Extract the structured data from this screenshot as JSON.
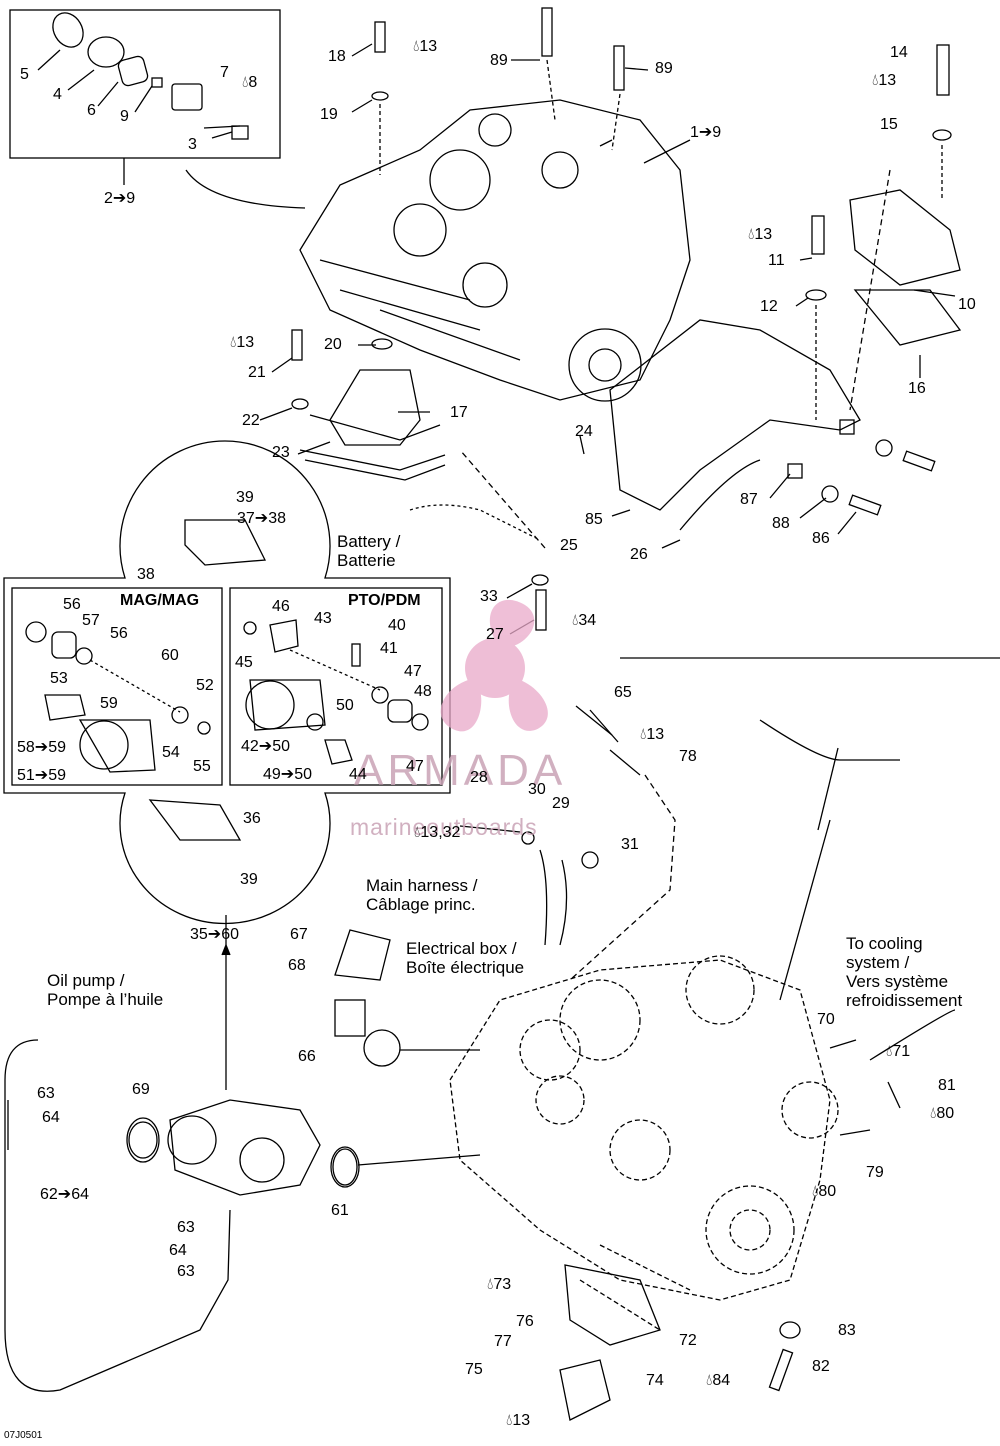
{
  "figure_code": "07J0501",
  "watermark": {
    "brand": "ARMADA",
    "tagline": "marineoutboards",
    "color": "#d98bb6"
  },
  "section_titles": {
    "mag": "MAG/MAG",
    "pto": "PTO/PDM"
  },
  "notes": {
    "battery_1": "Battery /",
    "battery_2": "Batterie",
    "main_harness_1": "Main harness /",
    "main_harness_2": "Câblage princ.",
    "electrical_box_1": "Electrical box /",
    "electrical_box_2": "Boîte électrique",
    "oil_pump_1": "Oil pump /",
    "oil_pump_2": "Pompe à l’huile",
    "cooling_1": "To cooling",
    "cooling_2": "system /",
    "cooling_3": "Vers système",
    "cooling_4": "refroidissement"
  },
  "icons": {
    "drop": "sealant-drop-icon",
    "arrow": "arrow-right-icon"
  },
  "callouts": {
    "c1": "1➔9",
    "c2": "2➔9",
    "c3": "3",
    "c4": "4",
    "c5": "5",
    "c6": "6",
    "c7": "7",
    "c8": "8",
    "c9": "9",
    "c10": "10",
    "c11": "11",
    "c12": "12",
    "c13a": "13",
    "c13b": "13",
    "c13c": "13",
    "c13d": "13",
    "c13e": "13",
    "c13f": "13",
    "c14": "14",
    "c15": "15",
    "c16": "16",
    "c17": "17",
    "c18": "18",
    "c19": "19",
    "c20": "20",
    "c21": "21",
    "c22": "22",
    "c23": "23",
    "c24": "24",
    "c25": "25",
    "c26": "26",
    "c27": "27",
    "c28": "28",
    "c29": "29",
    "c30": "30",
    "c31": "31",
    "c1332": "13,32",
    "c33": "33",
    "c34": "34",
    "c35": "35➔60",
    "c36": "36",
    "c37": "37➔38",
    "c38": "38",
    "c39a": "39",
    "c39b": "39",
    "c40": "40",
    "c41": "41",
    "c42": "42➔50",
    "c43": "43",
    "c44": "44",
    "c45": "45",
    "c46": "46",
    "c47a": "47",
    "c47b": "47",
    "c48": "48",
    "c49": "49➔50",
    "c50": "50",
    "c51": "51➔59",
    "c52": "52",
    "c53": "53",
    "c54": "54",
    "c55": "55",
    "c56a": "56",
    "c56b": "56",
    "c57": "57",
    "c58": "58➔59",
    "c59": "59",
    "c60": "60",
    "c61": "61",
    "c62": "62➔64",
    "c63a": "63",
    "c63b": "63",
    "c63c": "63",
    "c64a": "64",
    "c64b": "64",
    "c65": "65",
    "c66": "66",
    "c67": "67",
    "c68": "68",
    "c69": "69",
    "c70": "70",
    "c71": "71",
    "c72": "72",
    "c73": "73",
    "c74": "74",
    "c75": "75",
    "c76": "76",
    "c77": "77",
    "c78": "78",
    "c79": "79",
    "c80a": "80",
    "c80b": "80",
    "c81": "81",
    "c82": "82",
    "c83": "83",
    "c84": "84",
    "c85": "85",
    "c86": "86",
    "c87": "87",
    "c88": "88",
    "c89a": "89",
    "c89b": "89"
  }
}
